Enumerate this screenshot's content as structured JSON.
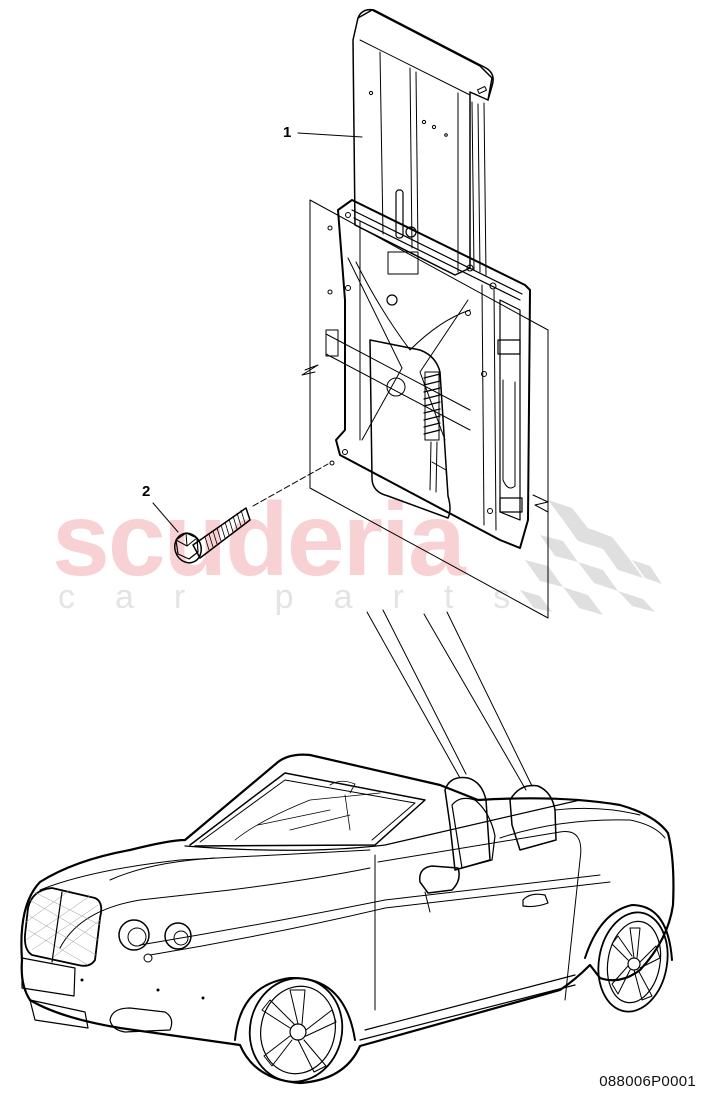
{
  "diagram": {
    "drawing_number": "088006P0001",
    "callouts": [
      {
        "id": "1",
        "label": "1"
      },
      {
        "id": "2",
        "label": "2"
      }
    ],
    "watermark": {
      "brand": "scuderia",
      "tagline": "car parts",
      "brand_color": "#f6c9cc",
      "tagline_color": "#e4e4e4",
      "flag_color": "#dcdcdc"
    },
    "subjects": {
      "part_1": "seat adjustment mechanism assembly",
      "part_2": "flange bolt",
      "vehicle": "convertible car"
    }
  }
}
